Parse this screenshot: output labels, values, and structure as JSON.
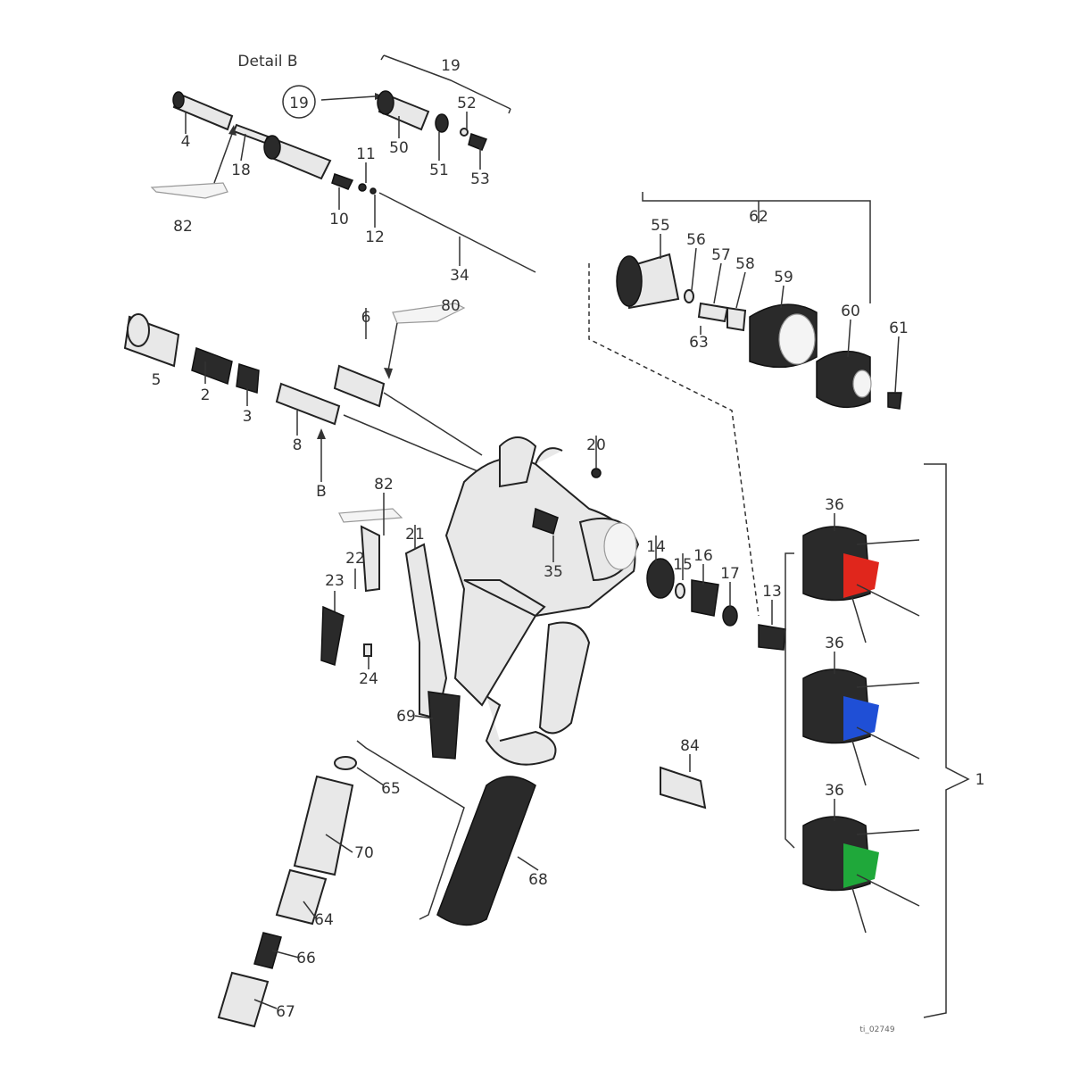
{
  "title": "Detail B",
  "drawing_code": "ti_02749",
  "labels": [
    "19",
    "19",
    "52",
    "50",
    "51",
    "53",
    "4",
    "18",
    "11",
    "82",
    "10",
    "12",
    "34",
    "62",
    "55",
    "56",
    "57",
    "58",
    "59",
    "63",
    "60",
    "61",
    "80",
    "6",
    "5",
    "2",
    "3",
    "8",
    "B",
    "20",
    "82",
    "21",
    "22",
    "23",
    "35",
    "14",
    "15",
    "16",
    "17",
    "13",
    "24",
    "36",
    "36",
    "36",
    "69",
    "84",
    "65",
    "70",
    "68",
    "64",
    "66",
    "67",
    "1"
  ],
  "colors": {
    "tip_red": "#e0261c",
    "tip_blue": "#1f4fd6",
    "tip_green": "#1fa83a"
  }
}
